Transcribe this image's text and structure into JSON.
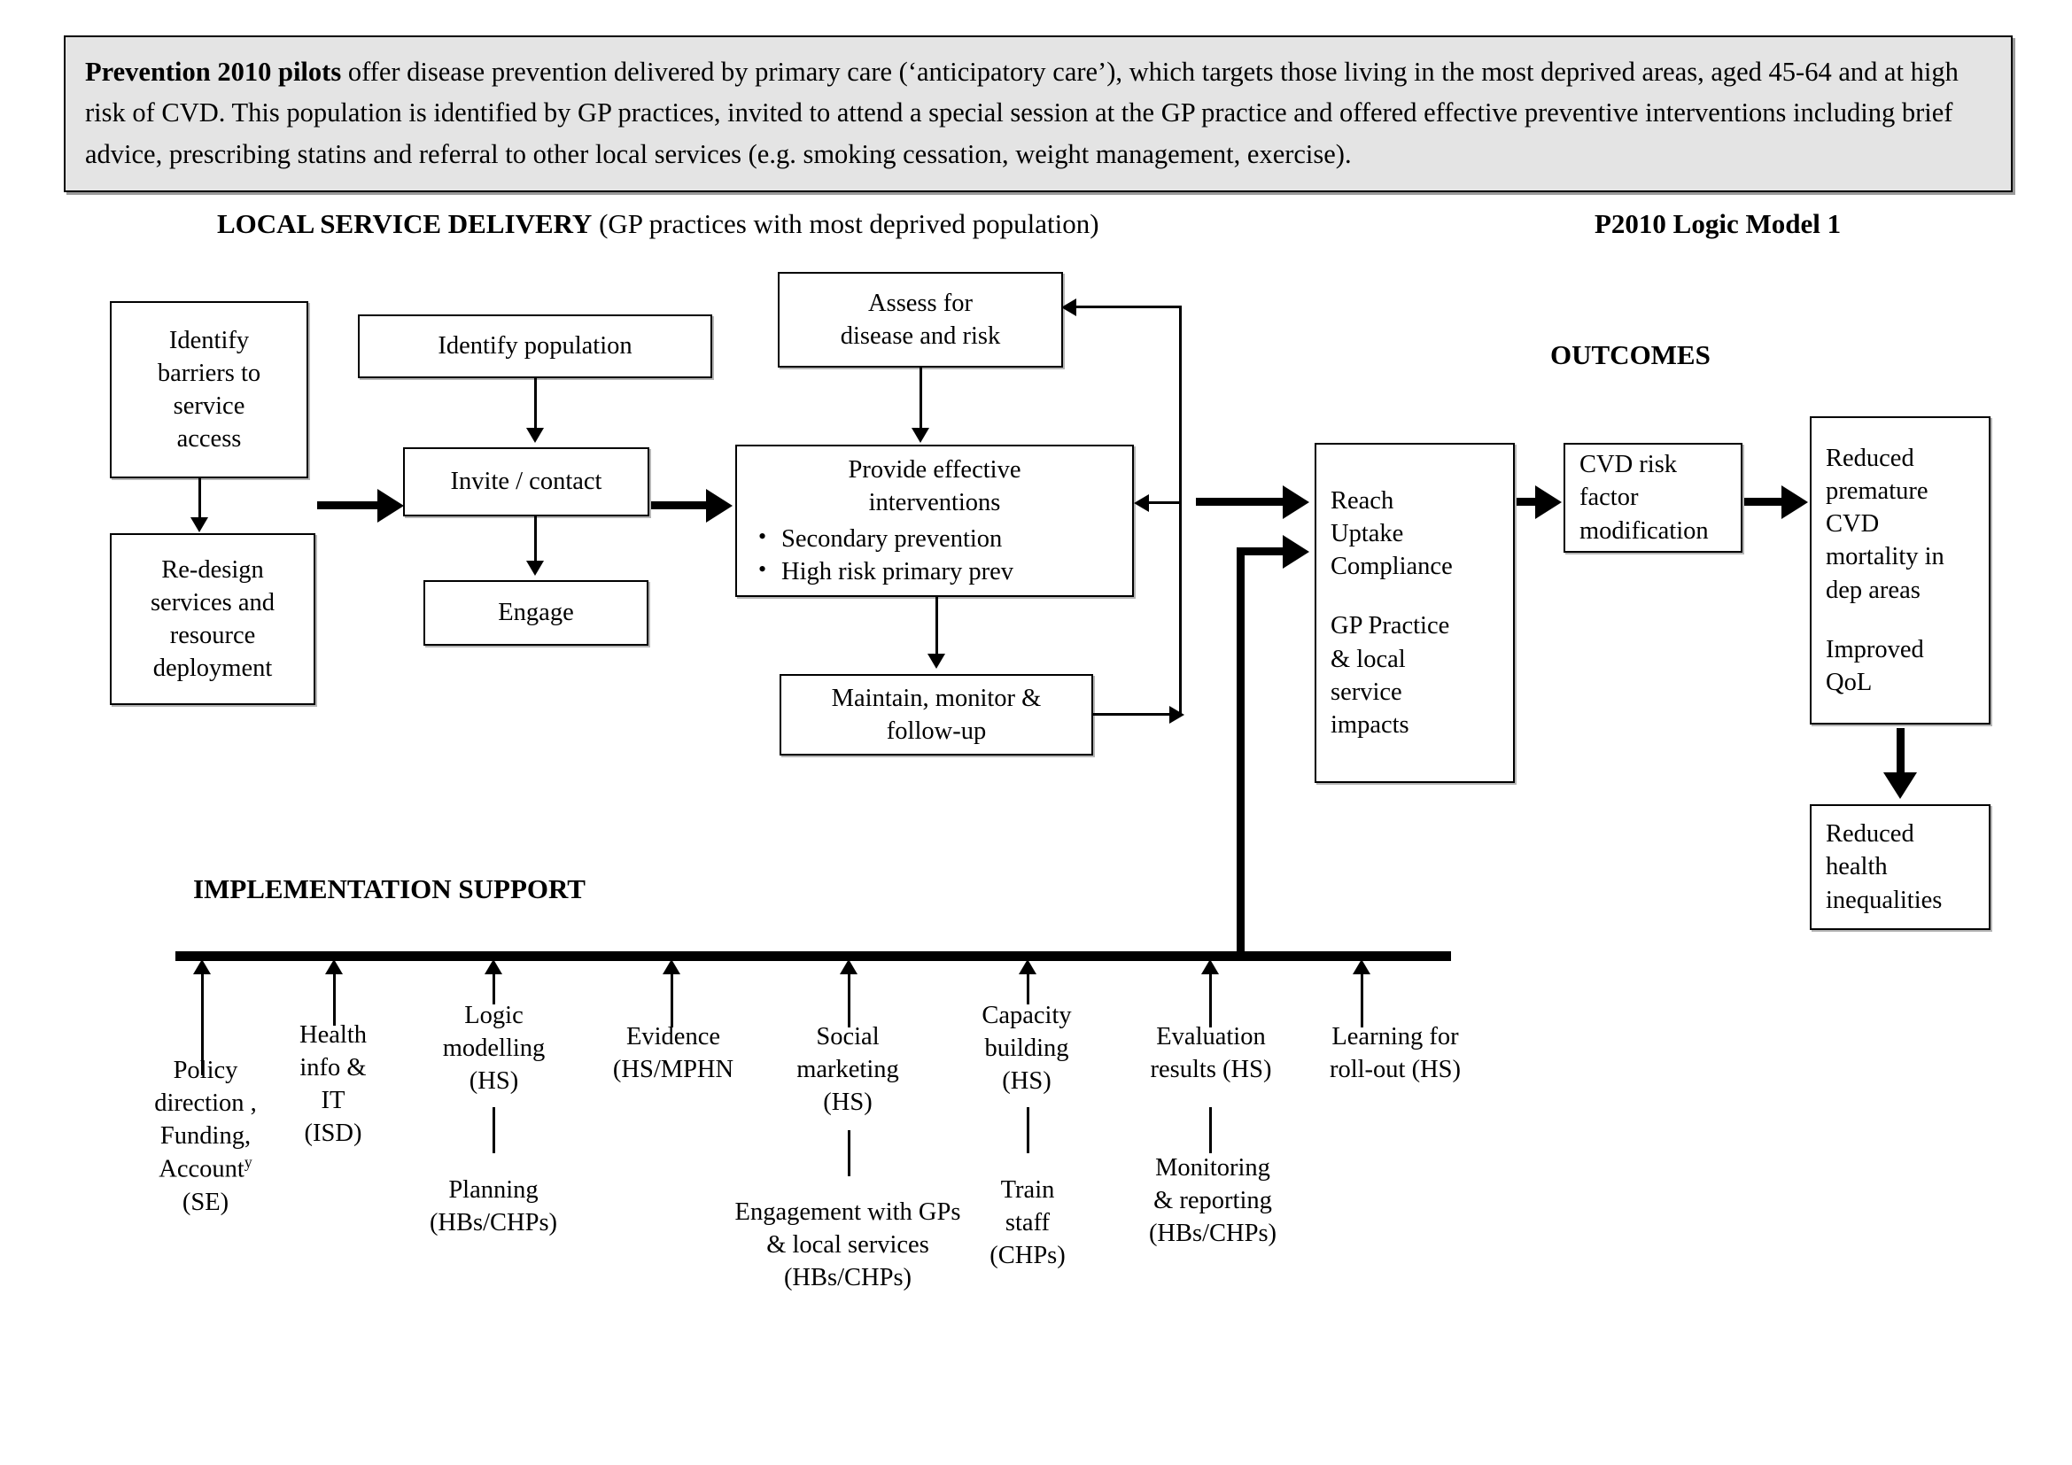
{
  "header": {
    "lead": "Prevention 2010 pilots",
    "body": " offer disease prevention delivered by primary care (‘anticipatory care’), which targets those living in the most deprived areas, aged 45-64 and at high risk of CVD.  This population is identified by GP practices, invited to attend a special session at the GP practice and offered effective preventive interventions including brief advice, prescribing statins and referral to other local services (e.g. smoking cessation, weight management, exercise)."
  },
  "titles": {
    "local_bold": "LOCAL SERVICE DELIVERY",
    "local_rest": " (GP practices with most deprived population)",
    "model": "P2010 Logic Model 1",
    "outcomes": "OUTCOMES",
    "implementation": "IMPLEMENTATION SUPPORT"
  },
  "nodes": {
    "barriers": {
      "l1": "Identify",
      "l2": "barriers to",
      "l3": "service",
      "l4": "access"
    },
    "redesign": {
      "l1": "Re-design",
      "l2": "services and",
      "l3": "resource",
      "l4": "deployment"
    },
    "identify_population": {
      "l1": "Identify population"
    },
    "invite": {
      "l1": "Invite / contact"
    },
    "engage": {
      "l1": "Engage"
    },
    "assess": {
      "l1": "Assess for",
      "l2": "disease and risk"
    },
    "provide": {
      "l1": "Provide effective",
      "l2": "interventions",
      "bullets": [
        "Secondary prevention",
        "High risk primary  prev"
      ]
    },
    "maintain": {
      "l1": "Maintain, monitor &",
      "l2": "follow-up"
    },
    "reach": {
      "l1": "Reach",
      "l2": "Uptake",
      "l3": "Compliance",
      "l4": "GP Practice",
      "l5": "& local",
      "l6": "service",
      "l7": "impacts"
    },
    "cvd_risk": {
      "l1": "CVD risk",
      "l2": "factor",
      "l3": "modification"
    },
    "reduced_cvd": {
      "l1": "Reduced",
      "l2": "premature",
      "l3": "CVD",
      "l4": "mortality in",
      "l5": "dep areas",
      "l6": "Improved",
      "l7": "QoL"
    },
    "inequalities": {
      "l1": "Reduced",
      "l2": "health",
      "l3": "inequalities"
    }
  },
  "support": [
    {
      "lines": [
        "Policy",
        "direction ,",
        "Funding,",
        "Account",
        "(SE)"
      ],
      "superscript": "y"
    },
    {
      "lines": [
        "Health",
        "info  &",
        "IT",
        "(ISD)"
      ]
    },
    {
      "lines": [
        "Logic",
        "modelling",
        "(HS)"
      ]
    },
    {
      "lines": [
        "Evidence",
        "(HS/MPHN"
      ]
    },
    {
      "lines": [
        "Social",
        "marketing",
        "(HS)"
      ]
    },
    {
      "lines": [
        "Capacity",
        "building",
        "(HS)"
      ]
    },
    {
      "lines": [
        "Evaluation",
        "results (HS)"
      ]
    },
    {
      "lines": [
        "Learning for",
        "roll-out  (HS)"
      ]
    }
  ],
  "sub_support": [
    {
      "lines": [
        "Planning",
        "(HBs/CHPs)"
      ]
    },
    {
      "lines": [
        "Engagement with GPs",
        "& local services",
        "(HBs/CHPs)"
      ]
    },
    {
      "lines": [
        "Train",
        "staff",
        "(CHPs)"
      ]
    },
    {
      "lines": [
        "Monitoring",
        "& reporting",
        "(HBs/CHPs)"
      ]
    }
  ]
}
